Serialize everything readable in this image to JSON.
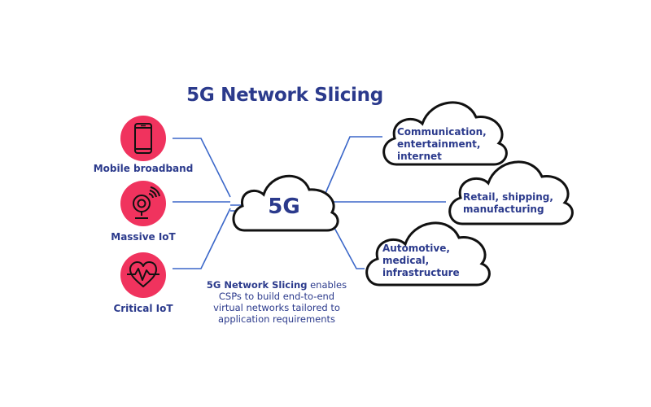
{
  "title": "5G Network Slicing",
  "hub": {
    "label": "5G"
  },
  "devices": [
    {
      "label": "Mobile broadband",
      "icon": "smartphone-icon"
    },
    {
      "label": "Massive IoT",
      "icon": "webcam-icon"
    },
    {
      "label": "Critical IoT",
      "icon": "heart-pulse-icon"
    }
  ],
  "slices": [
    {
      "lines": [
        "Communication,",
        "entertainment,",
        "internet"
      ]
    },
    {
      "lines": [
        "Retail, shipping,",
        "manufacturing"
      ]
    },
    {
      "lines": [
        "Automotive,",
        "medical,",
        "infrastructure"
      ]
    }
  ],
  "caption": {
    "lead": "5G Network Slicing",
    "rest": " enables CSPs to build end-to-end virtual networks tailored to application requirements"
  },
  "colors": {
    "navy": "#2b3a8c",
    "icon_circle": "#f0335e",
    "line": "#3b67c9",
    "cloud_stroke": "#111111"
  }
}
